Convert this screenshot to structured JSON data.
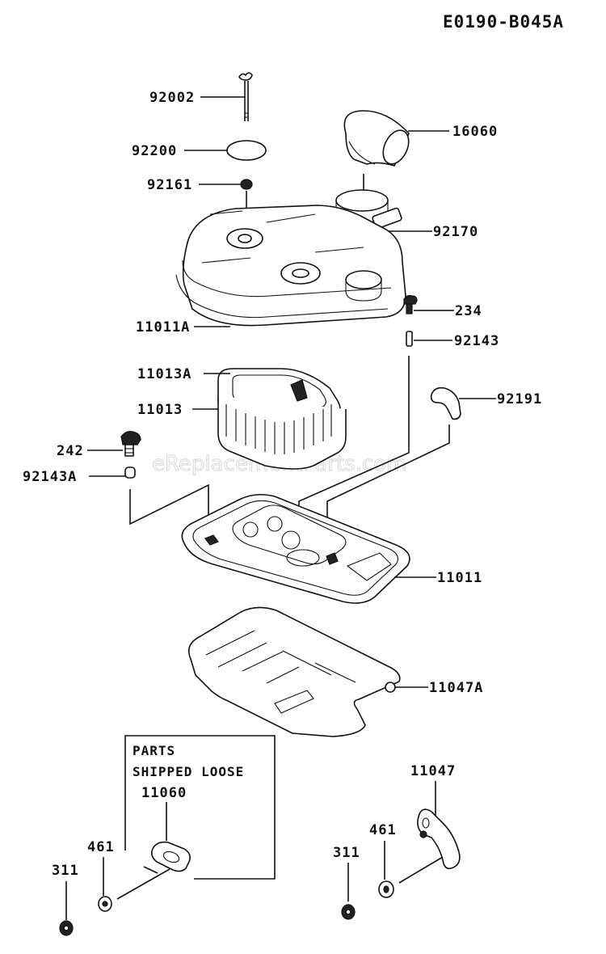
{
  "diagram_id": "E0190-B045A",
  "watermark": "eReplacementParts.com",
  "callouts": {
    "p92002": "92002",
    "p92200": "92200",
    "p92161": "92161",
    "p16060": "16060",
    "p92170": "92170",
    "p11011A": "11011A",
    "p234": "234",
    "p92143": "92143",
    "p11013A": "11013A",
    "p11013": "11013",
    "p92191": "92191",
    "p242": "242",
    "p92143A": "92143A",
    "p11011": "11011",
    "p11047A": "11047A",
    "p11060": "11060",
    "p11047": "11047",
    "p461_left": "461",
    "p311_left": "311",
    "p461_right": "461",
    "p311_right": "311"
  },
  "shipped_loose_box": {
    "line1": "PARTS",
    "line2": "SHIPPED LOOSE"
  }
}
